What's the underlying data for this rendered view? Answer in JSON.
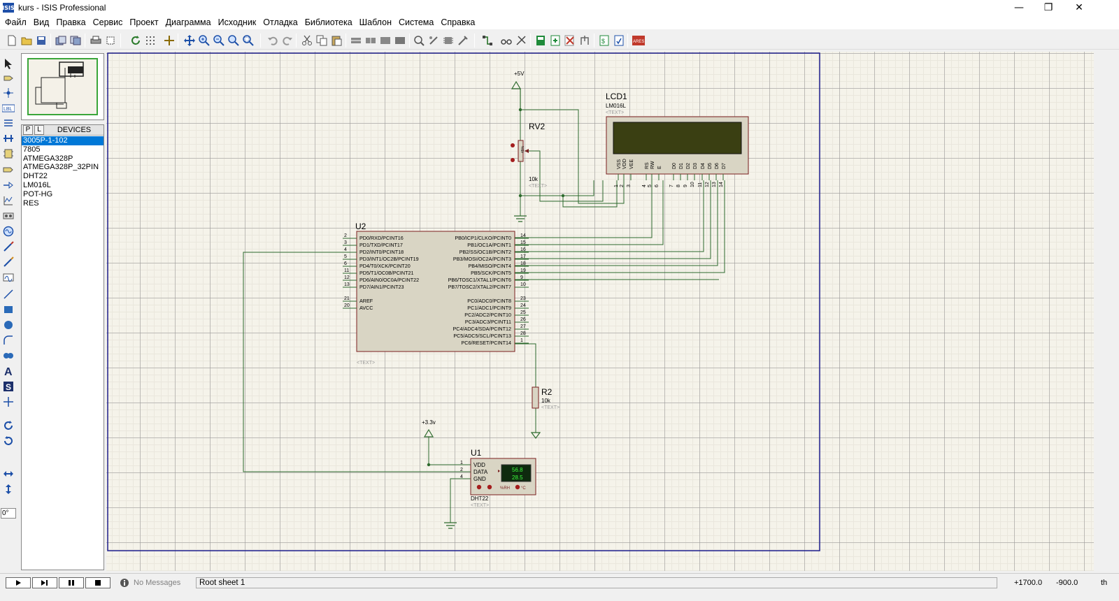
{
  "window": {
    "title": "kurs - ISIS Professional",
    "logo_text": "ISIS",
    "controls": {
      "minimize": "—",
      "maximize": "❐",
      "close": "✕"
    }
  },
  "menu": [
    "Файл",
    "Вид",
    "Правка",
    "Сервис",
    "Проект",
    "Диаграмма",
    "Исходник",
    "Отладка",
    "Библиотека",
    "Шаблон",
    "Система",
    "Справка"
  ],
  "toolbar_icons": [
    "new-file-icon",
    "open-folder-icon",
    "save-icon",
    "import-icon",
    "export-icon",
    "print-icon",
    "print-area-icon",
    "refresh-icon",
    "grid-icon",
    "origin-icon",
    "pan-icon",
    "zoom-in-icon",
    "zoom-out-icon",
    "zoom-all-icon",
    "zoom-area-icon",
    "undo-icon",
    "redo-icon",
    "cut-icon",
    "copy-icon",
    "paste-icon",
    "block-copy-icon",
    "block-move-icon",
    "block-rotate-icon",
    "block-delete-icon",
    "pick-device-icon",
    "make-device-icon",
    "packaging-icon",
    "decompose-icon",
    "wire-autorouter-icon",
    "search-tag-icon",
    "property-assign-icon",
    "new-sheet-icon",
    "remove-sheet-icon",
    "zoom-child-icon",
    "exit-parent-icon",
    "bom-icon",
    "erc-icon",
    "ares-netlist-icon"
  ],
  "devices_panel": {
    "tab_p": "P",
    "tab_l": "L",
    "title": "DEVICES",
    "items": [
      "3005P-1-102",
      "7805",
      "ATMEGA328P",
      "ATMEGA328P_32PIN",
      "DHT22",
      "LM016L",
      "POT-HG",
      "RES"
    ],
    "selected_index": 0
  },
  "left_tools": {
    "rotation_angle": "0°"
  },
  "schematic": {
    "power_5v": "+5V",
    "power_3v3": "+3.3v",
    "lcd": {
      "ref": "LCD1",
      "part": "LM016L",
      "text": "<TEXT>",
      "pin_names": [
        "VSS",
        "VDD",
        "VEE",
        "RS",
        "RW",
        "E",
        "D0",
        "D1",
        "D2",
        "D3",
        "D4",
        "D5",
        "D6",
        "D7"
      ],
      "pin_numbers": [
        "1",
        "2",
        "3",
        "4",
        "5",
        "6",
        "7",
        "8",
        "9",
        "10",
        "11",
        "12",
        "13",
        "14"
      ]
    },
    "rv2": {
      "ref": "RV2",
      "value": "10k",
      "text": "<TEXT>",
      "body_label": "45%"
    },
    "u2": {
      "ref": "U2",
      "text": "<TEXT>",
      "left_pins": [
        {
          "num": "2",
          "name": "PD0/RXD/PCINT16"
        },
        {
          "num": "3",
          "name": "PD1/TXD/PCINT17"
        },
        {
          "num": "4",
          "name": "PD2/INT0/PCINT18"
        },
        {
          "num": "5",
          "name": "PD3/INT1/OC2B/PCINT19"
        },
        {
          "num": "6",
          "name": "PD4/T0/XCK/PCINT20"
        },
        {
          "num": "11",
          "name": "PD5/T1/OC0B/PCINT21"
        },
        {
          "num": "12",
          "name": "PD6/AIN0/OC0A/PCINT22"
        },
        {
          "num": "13",
          "name": "PD7/AIN1/PCINT23"
        },
        {
          "num": "21",
          "name": "AREF"
        },
        {
          "num": "20",
          "name": "AVCC"
        }
      ],
      "right_pins": [
        {
          "num": "14",
          "name": "PB0/ICP1/CLKO/PCINT0"
        },
        {
          "num": "15",
          "name": "PB1/OC1A/PCINT1"
        },
        {
          "num": "16",
          "name": "PB2/SS/OC1B/PCINT2"
        },
        {
          "num": "17",
          "name": "PB3/MOSI/OC2A/PCINT3"
        },
        {
          "num": "18",
          "name": "PB4/MISO/PCINT4"
        },
        {
          "num": "19",
          "name": "PB5/SCK/PCINT5"
        },
        {
          "num": "9",
          "name": "PB6/TOSC1/XTAL1/PCINT6"
        },
        {
          "num": "10",
          "name": "PB7/TOSC2/XTAL2/PCINT7"
        },
        {
          "num": "23",
          "name": "PC0/ADC0/PCINT8"
        },
        {
          "num": "24",
          "name": "PC1/ADC1/PCINT9"
        },
        {
          "num": "25",
          "name": "PC2/ADC2/PCINT10"
        },
        {
          "num": "26",
          "name": "PC3/ADC3/PCINT11"
        },
        {
          "num": "27",
          "name": "PC4/ADC4/SDA/PCINT12"
        },
        {
          "num": "28",
          "name": "PC5/ADC5/SCL/PCINT13"
        },
        {
          "num": "1",
          "name": "PC6/RESET/PCINT14"
        }
      ]
    },
    "r2": {
      "ref": "R2",
      "value": "10k",
      "text": "<TEXT>"
    },
    "u1": {
      "ref": "U1",
      "part": "DHT22",
      "text": "<TEXT>",
      "pins": [
        {
          "num": "1",
          "name": "VDD"
        },
        {
          "num": "2",
          "name": "DATA"
        },
        {
          "num": "4",
          "name": "GND"
        }
      ],
      "display_hum": "56.8",
      "display_temp": "28.5",
      "rh_label": "%RH",
      "deg_label": "°C"
    }
  },
  "statusbar": {
    "messages": "No Messages",
    "sheet": "Root sheet 1",
    "x": "+1700.0",
    "y": "-900.0",
    "units": "th"
  },
  "colors": {
    "wire": "#2d6a2d",
    "component_fill": "#d9d5c4",
    "component_border": "#7a1f1f",
    "sheet_border": "#1c1c8c",
    "lcd_screen": "#3a3f12",
    "dht_display": "#1a6a1a"
  }
}
